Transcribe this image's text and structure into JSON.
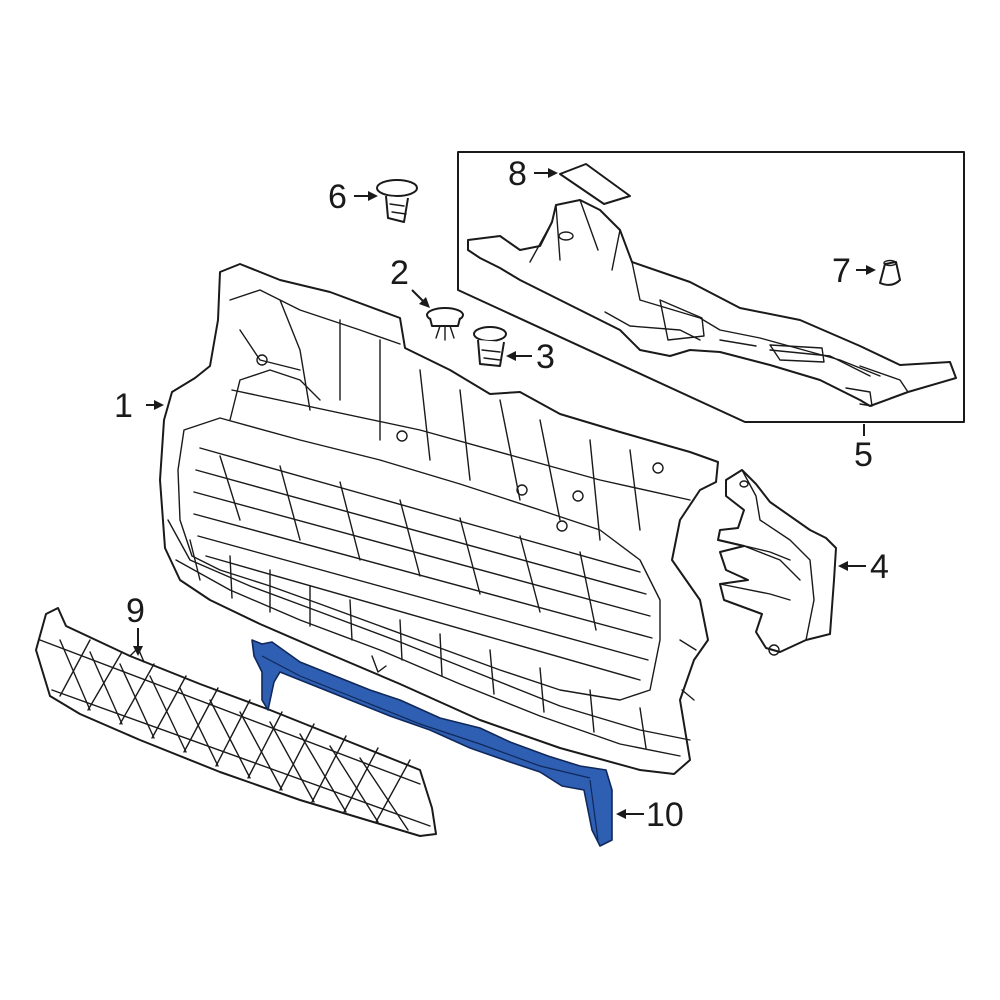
{
  "callouts": {
    "c1": "1",
    "c2": "2",
    "c3": "3",
    "c4": "4",
    "c5": "5",
    "c6": "6",
    "c7": "7",
    "c8": "8",
    "c9": "9",
    "c10": "10"
  },
  "colors": {
    "line": "#1a1a1a",
    "highlight_fill": "#2e5fb3",
    "highlight_stroke": "#10285a",
    "background": "#ffffff"
  }
}
